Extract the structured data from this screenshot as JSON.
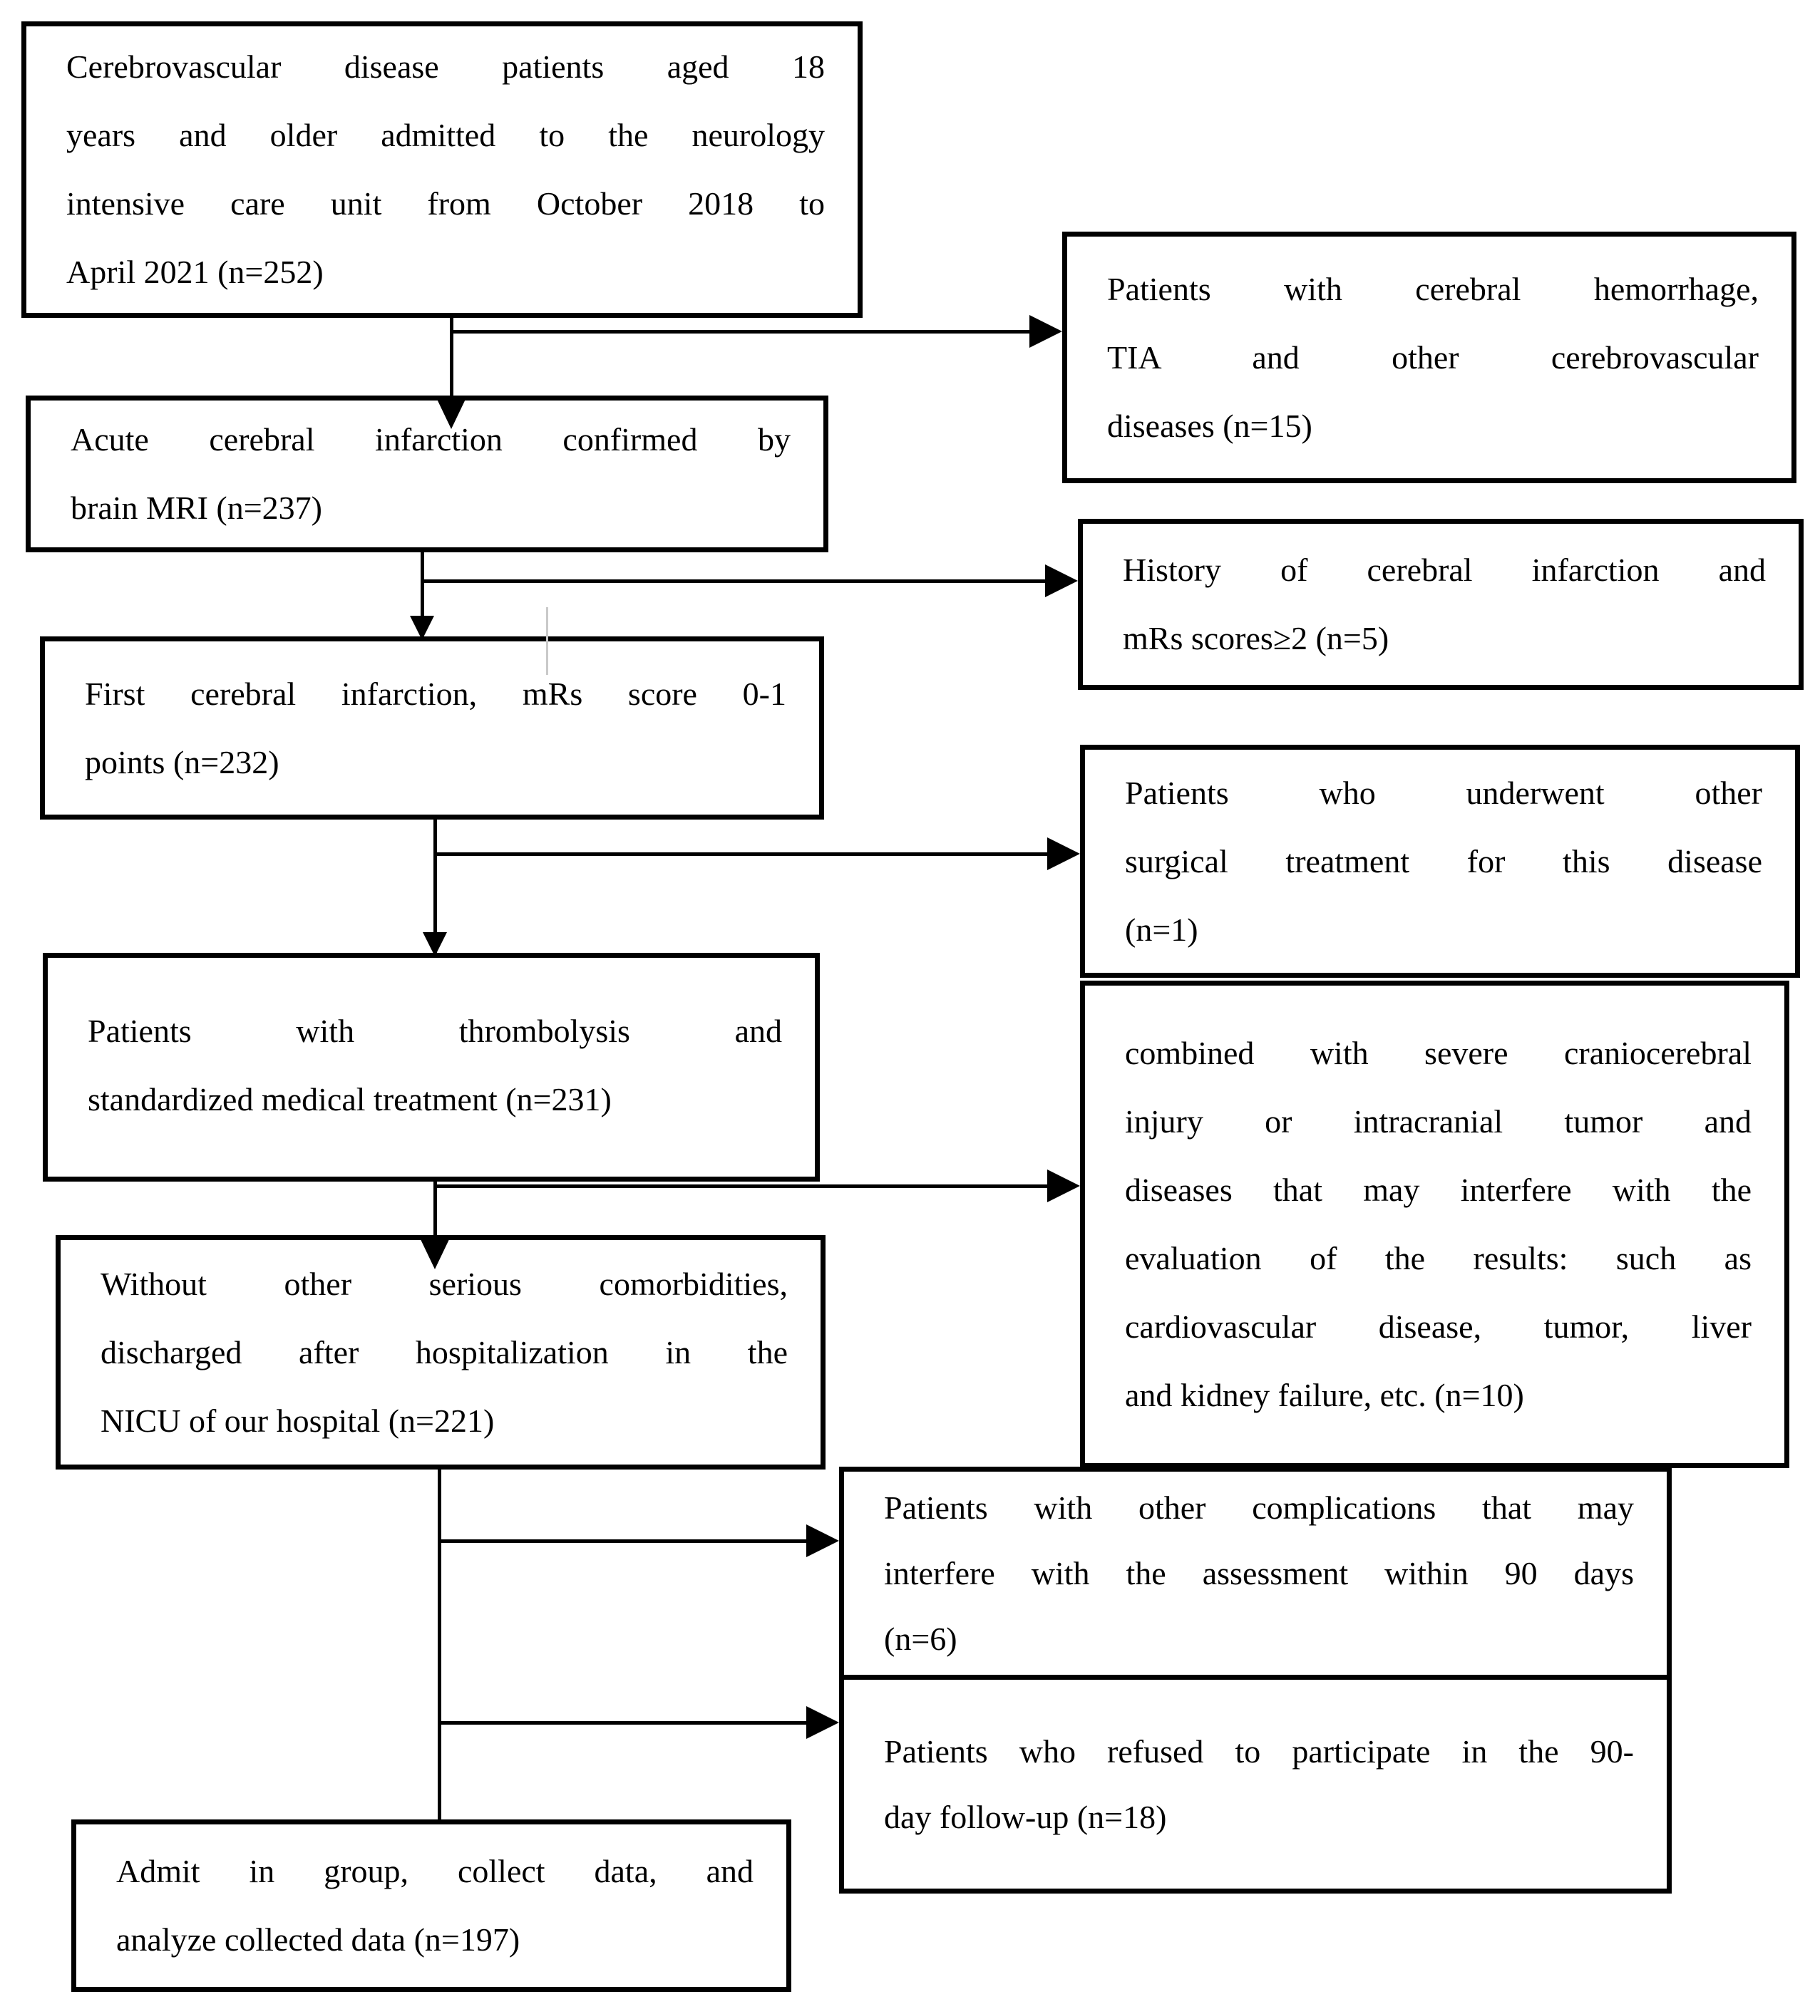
{
  "diagram": {
    "type": "flowchart",
    "title": "Patient enrollment flow diagram",
    "colors": {
      "background": "#ffffff",
      "line": "#000000",
      "text": "#000000",
      "artifact": "#c9c9c9"
    },
    "boxes": {
      "l1": {
        "n": 252,
        "lines": [
          "Cerebrovascular disease patients aged 18",
          "years and older admitted to the neurology",
          "intensive care unit from October 2018 to",
          "April 2021 (n=252)"
        ]
      },
      "l2": {
        "n": 237,
        "lines": [
          "Acute cerebral infarction confirmed by",
          "brain MRI (n=237)"
        ]
      },
      "l3": {
        "n": 232,
        "lines": [
          "First cerebral infarction, mRs score 0-1",
          "points (n=232)"
        ]
      },
      "l4": {
        "n": 231,
        "lines": [
          "Patients with thrombolysis and",
          "standardized medical treatment (n=231)"
        ]
      },
      "l5": {
        "n": 221,
        "lines": [
          "Without other serious comorbidities,",
          "discharged after hospitalization in the",
          "NICU of our hospital (n=221)"
        ]
      },
      "l6": {
        "n": 197,
        "lines": [
          "Admit in group, collect data, and",
          "analyze collected data (n=197)"
        ]
      },
      "r1": {
        "n": 15,
        "lines": [
          "Patients with cerebral hemorrhage,",
          "TIA and other cerebrovascular",
          "diseases (n=15)"
        ]
      },
      "r2": {
        "n": 5,
        "lines": [
          "History of cerebral infarction and",
          "mRs scores≥2 (n=5)"
        ]
      },
      "r3": {
        "n": 1,
        "lines": [
          "Patients who underwent other",
          "surgical treatment for this disease",
          "(n=1)"
        ]
      },
      "r4": {
        "n": 10,
        "lines": [
          "combined with severe craniocerebral",
          "injury or intracranial tumor and",
          "diseases that may interfere with the",
          "evaluation of the results: such as",
          "cardiovascular disease, tumor, liver",
          "and kidney failure, etc. (n=10)"
        ]
      },
      "r5": {
        "n": 6,
        "lines": [
          "Patients with other complications that may",
          "interfere with the assessment within 90 days",
          "(n=6)"
        ]
      },
      "r6": {
        "n": 18,
        "lines": [
          "Patients who refused to participate in the 90-",
          "day follow-up (n=18)"
        ]
      }
    },
    "edges": [
      {
        "from": "l1",
        "to": "l2"
      },
      {
        "from": "l1",
        "to": "r1"
      },
      {
        "from": "l2",
        "to": "l3"
      },
      {
        "from": "l2",
        "to": "r2"
      },
      {
        "from": "l3",
        "to": "l4"
      },
      {
        "from": "l3",
        "to": "r3"
      },
      {
        "from": "l4",
        "to": "l5"
      },
      {
        "from": "l4",
        "to": "r4"
      },
      {
        "from": "l5",
        "to": "l6"
      },
      {
        "from": "l5",
        "to": "r5"
      },
      {
        "from": "l5",
        "to": "r6"
      }
    ]
  }
}
